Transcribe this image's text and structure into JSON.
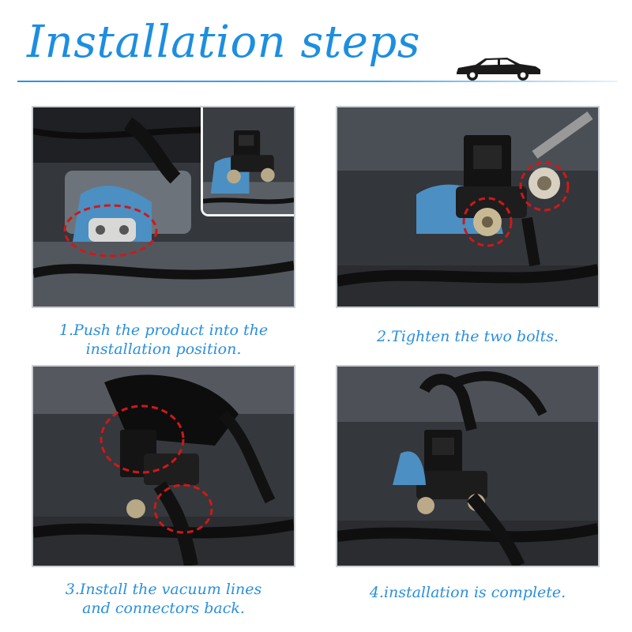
{
  "header": {
    "title": "Installation steps",
    "icon": "car-icon",
    "accent_color": "#1d8ee0"
  },
  "steps": [
    {
      "caption": "1.Push the product into the\ninstallation position.",
      "highlight_color": "#d01818"
    },
    {
      "caption": "2.Tighten the two bolts.",
      "highlight_color": "#d01818"
    },
    {
      "caption": "3.Install the vacuum lines\nand connectors back.",
      "highlight_color": "#d01818"
    },
    {
      "caption": "4.installation is complete."
    }
  ]
}
